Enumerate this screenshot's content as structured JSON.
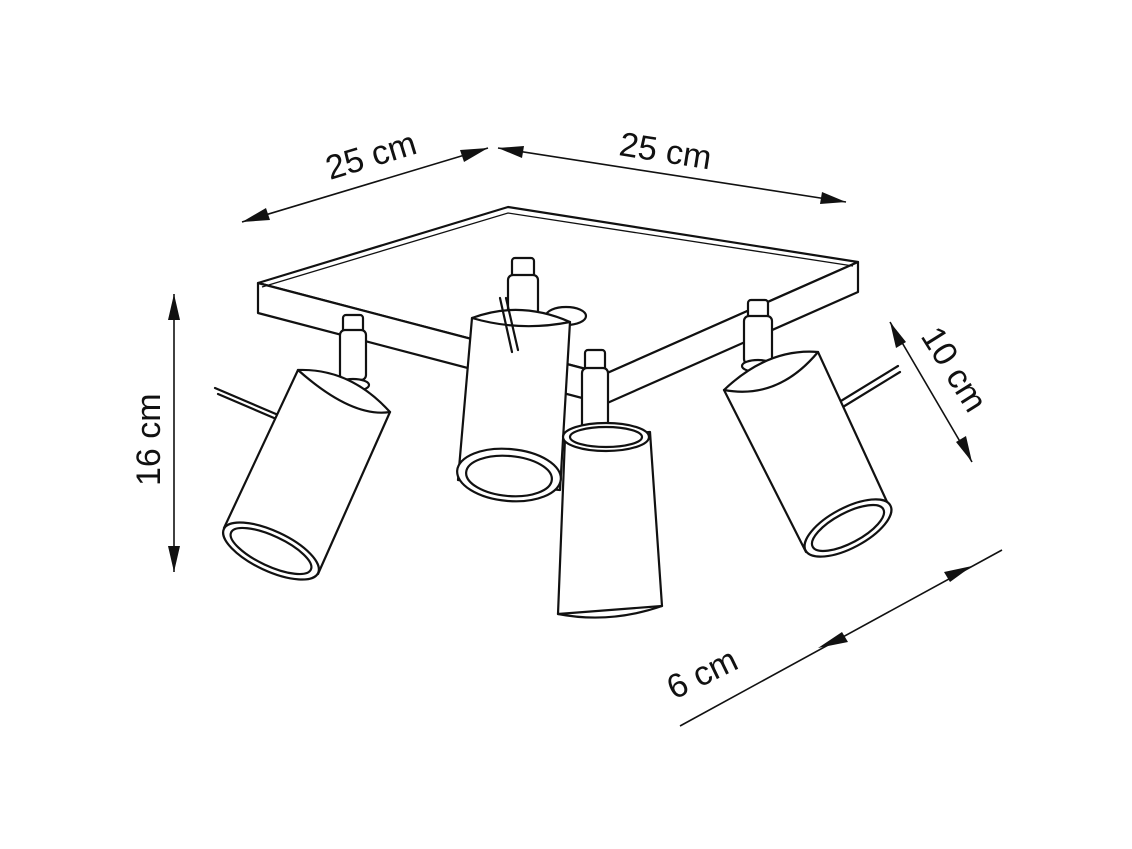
{
  "dimensions": {
    "width_left": "25 cm",
    "width_right": "25 cm",
    "height": "16 cm",
    "base_depth": "10 cm",
    "shade_diameter": "6 cm"
  },
  "colors": {
    "line": "#111111",
    "background": "#ffffff",
    "shade_fill": "#f3f3f3"
  }
}
